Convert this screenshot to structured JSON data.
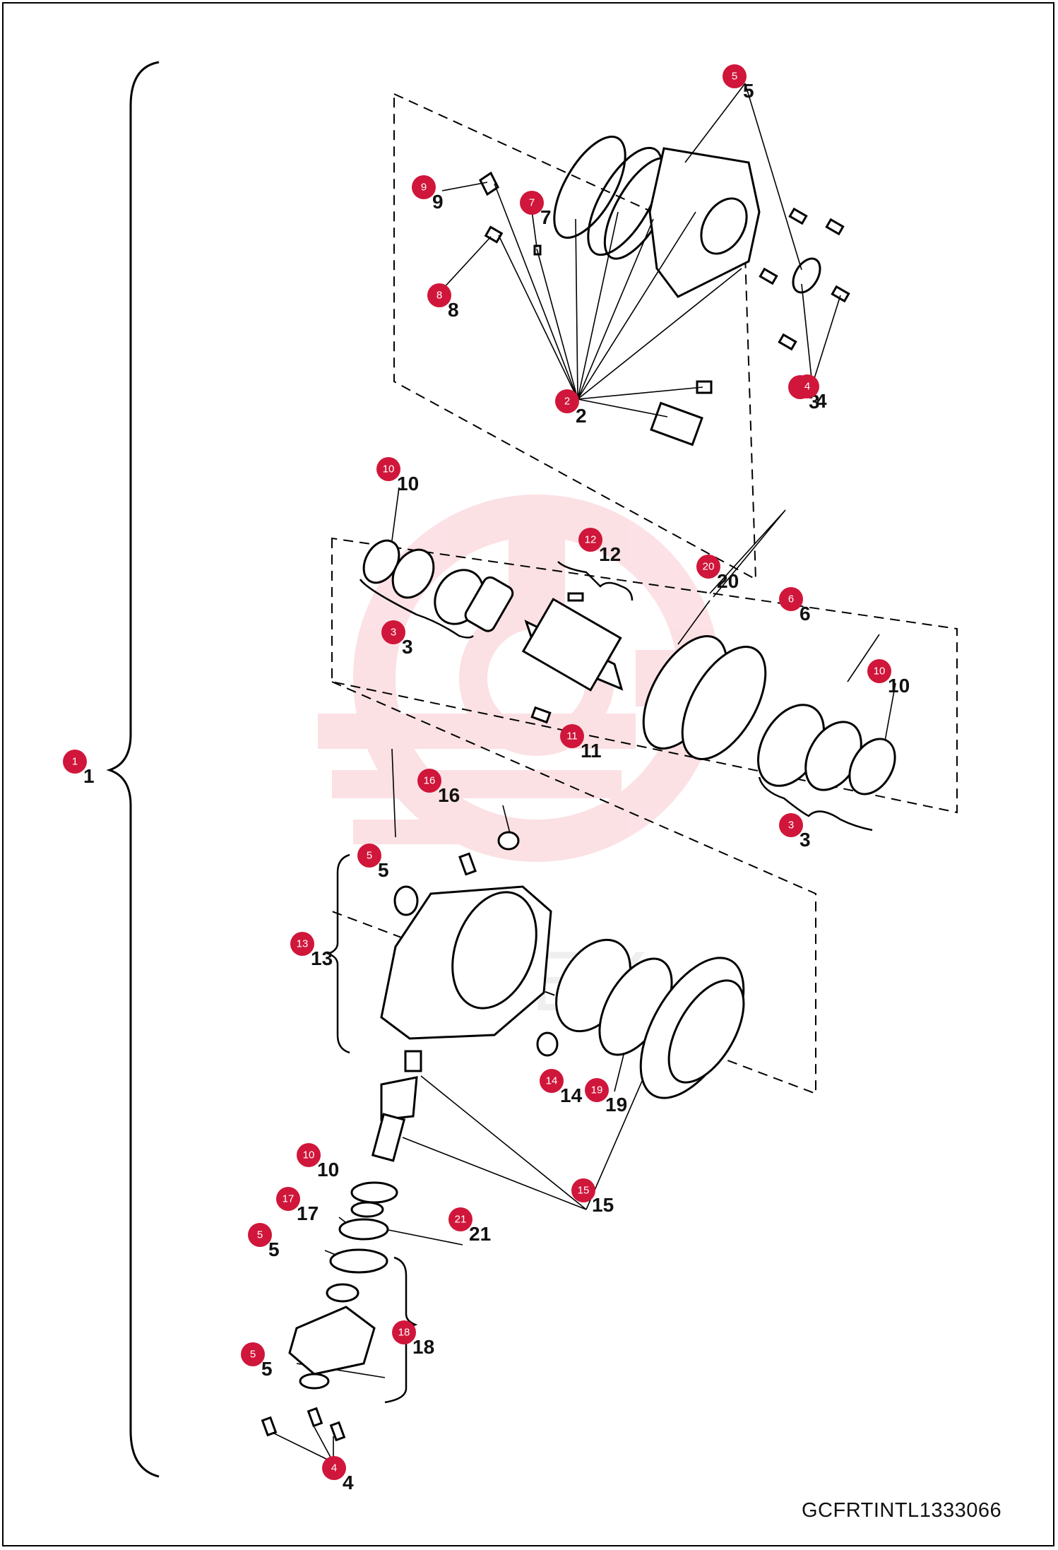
{
  "diagram": {
    "id_text": "GCFRTINTL1333066",
    "watermark": "LITEX",
    "accent_color": "#d0163a",
    "callouts": [
      {
        "num": "1"
      },
      {
        "num": "2"
      },
      {
        "num": "3"
      },
      {
        "num": "3"
      },
      {
        "num": "3"
      },
      {
        "num": "4"
      },
      {
        "num": "4"
      },
      {
        "num": "5"
      },
      {
        "num": "5"
      },
      {
        "num": "5"
      },
      {
        "num": "5"
      },
      {
        "num": "6"
      },
      {
        "num": "7"
      },
      {
        "num": "8"
      },
      {
        "num": "9"
      },
      {
        "num": "10"
      },
      {
        "num": "10"
      },
      {
        "num": "10"
      },
      {
        "num": "11"
      },
      {
        "num": "12"
      },
      {
        "num": "13"
      },
      {
        "num": "14"
      },
      {
        "num": "15"
      },
      {
        "num": "16"
      },
      {
        "num": "17"
      },
      {
        "num": "18"
      },
      {
        "num": "19"
      },
      {
        "num": "20"
      },
      {
        "num": "21"
      }
    ]
  }
}
